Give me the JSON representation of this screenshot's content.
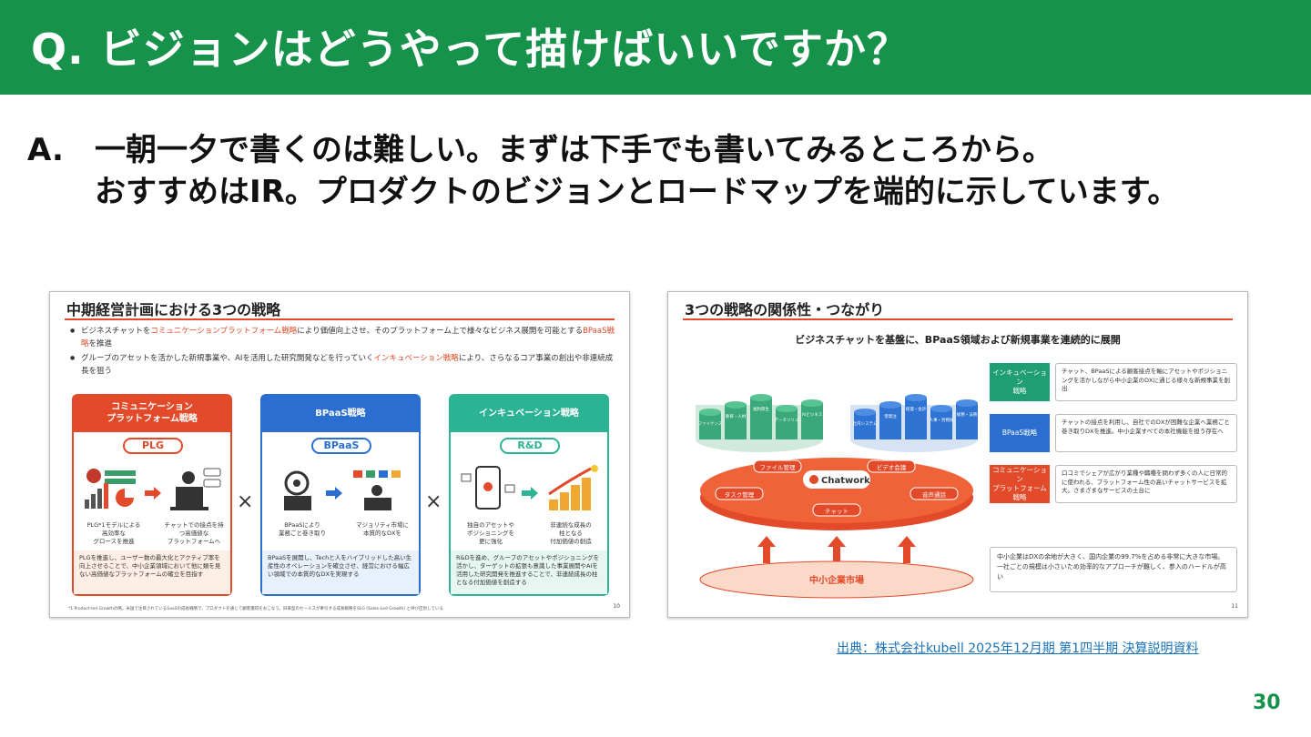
{
  "header": {
    "title": "Q. ビジョンはどうやって描けばいいですか？"
  },
  "answer": {
    "label": "A.",
    "line1": "一朝一夕で書くのは難しい。まずは下手でも書いてみるところから。",
    "line2": "おすすめはIR。プロダクトのビジョンとロードマップを端的に示しています。"
  },
  "slide_left": {
    "title": "中期経営計画における3つの戦略",
    "bullet1_a": "ビジネスチャットを",
    "bullet1_hl": "コミュニケーションプラットフォーム戦略",
    "bullet1_b": "により価値向上させ、そのプラットフォーム上で様々なビジネス展開を可能とする",
    "bullet1_hl2": "BPaaS戦略",
    "bullet1_c": "を推進",
    "bullet2_a": "グループのアセットを活かした新規事業や、AIを活用した研究開発などを行っていく",
    "bullet2_hl": "インキュベーション戦略",
    "bullet2_b": "により、さらなるコア事業の創出や非連続成長を狙う",
    "columns": [
      {
        "head": "コミュニケーション\nプラットフォーム戦略",
        "pill": "PLG",
        "color": "#e24a2a",
        "cap1": "PLG*1モデルによる\n高効率な\nグロースを推進",
        "cap2": "チャットでの接点を持\nつ高価値な\nプラットフォームへ",
        "foot": "PLGを推進し、ユーザー数の最大化とアクティブ率を向上させることで、中小企業領域において他に類を見ない高価値なプラットフォームの確立を目指す"
      },
      {
        "head": "BPaaS戦略",
        "pill": "BPaaS",
        "color": "#2a6fd0",
        "cap1": "BPaaSにより\n業務ごと巻き取り",
        "cap2": "マジョリティ市場に\n本質的なDXを",
        "foot": "BPaaSを展開し、Techと人をハイブリッドした高い生産性のオペレーションを確立させ、経営における幅広い領域での本質的なDXを実現する"
      },
      {
        "head": "インキュベーション戦略",
        "pill": "R&D",
        "color": "#2bb394",
        "cap1": "独自のアセットや\nポジショニングを\n更に強化",
        "cap2": "非連続な成長の\n柱となる\n付加価値の創造",
        "foot": "R&Dを進め、グループのアセットやポジショニングを活かし、ターゲットの拡張も意識した事業展開やAIを活用した研究開発を推進することで、非連続成長の柱となる付加価値を創造する"
      }
    ],
    "times": "×",
    "footnote": "*1 Product-led Growthの略。米国で注目されているSaaSの成長戦略で、プロダクトを通じて顧客獲得をおこなう。旧来型のセールスが牽引する成長戦略をSLG (Sales-Led Growth) と呼び区別している",
    "page": "10"
  },
  "slide_right": {
    "title": "3つの戦略の関係性・つながり",
    "subheading": "ビジネスチャットを基盤に、BPaaS領域および新規事業を連続的に展開",
    "green_pillars": [
      "ファイナンス",
      "教育・人材",
      "福利厚生",
      "データソリューションビジネス",
      "AIビジネス"
    ],
    "blue_pillars": [
      "社内システム",
      "受発注",
      "経理・会計",
      "人事・労務採用",
      "総務・法務"
    ],
    "platform": {
      "brand": "Chatwork",
      "labels": [
        "ファイル管理",
        "ビデオ会議",
        "タスク管理",
        "音声通話",
        "チャット"
      ]
    },
    "market": "中小企業市場",
    "strategies": [
      {
        "name": "インキュベーション\n戦略",
        "color": "#1f9e73",
        "desc": "チャット、BPaaSによる顧客接点を軸にアセットやポジショニングを活かしながら中小企業のDXに通じる様々な新規事業を創出"
      },
      {
        "name": "BPaaS戦略",
        "color": "#2a6fd0",
        "desc": "チャットの接点を利用し、自社でのDXが困難な企業へ業務ごと巻き取りDXを推進。中小企業すべての本社機能を担う存在へ"
      },
      {
        "name": "コミュニケーション\nプラットフォーム\n戦略",
        "color": "#e24a2a",
        "desc": "口コミでシェアが広がり業種や職種を問わず多くの人に日常的に使われる、プラットフォーム性の高いチャットサービスを拡大。さまざまなサービスの土台に"
      }
    ],
    "market_desc": "中小企業はDXの余地が大きく、国内企業の99.7%を占める非常に大きな市場。一社ごとの規模は小さいため効率的なアプローチが難しく、参入のハードルが高い",
    "page": "11"
  },
  "source": "出典：株式会社kubell 2025年12月期 第1四半期 決算説明資料",
  "page_number": "30",
  "colors": {
    "brand_green": "#17924b",
    "orange": "#e24a2a",
    "blue": "#2a6fd0",
    "teal": "#2bb394",
    "link": "#1a73b8"
  }
}
